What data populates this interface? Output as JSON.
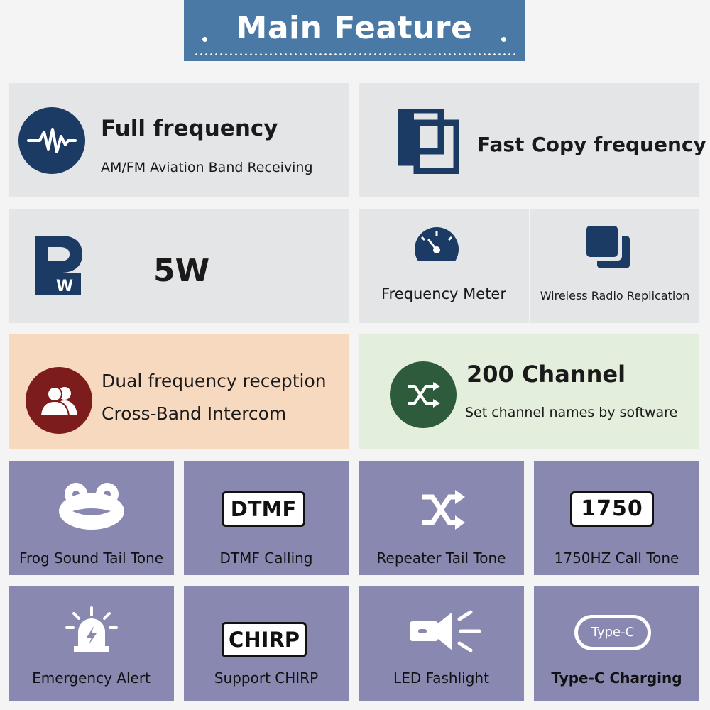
{
  "header": {
    "title": "Main Feature"
  },
  "features": {
    "full_frequency": {
      "title": "Full frequency",
      "subtitle": "AM/FM Aviation Band Receiving"
    },
    "fast_copy": {
      "title": "Fast Copy frequency"
    },
    "power": {
      "logo_letters": "PW",
      "value": "5W"
    },
    "frequency_meter": {
      "label": "Frequency Meter"
    },
    "wireless_replication": {
      "label": "Wireless Radio Replication"
    },
    "dual_frequency": {
      "title": "Dual frequency reception",
      "subtitle": "Cross-Band Intercom"
    },
    "channels": {
      "title": "200 Channel",
      "subtitle": "Set channel names by software"
    }
  },
  "tiles": {
    "frog": {
      "label": "Frog Sound Tail Tone"
    },
    "dtmf": {
      "badge": "DTMF",
      "label": "DTMF Calling"
    },
    "repeater": {
      "label": "Repeater Tail Tone"
    },
    "call_tone": {
      "badge": "1750",
      "label": "1750HZ Call Tone"
    },
    "emergency": {
      "label": "Emergency Alert"
    },
    "chirp": {
      "badge": "CHIRP",
      "label": "Support CHIRP"
    },
    "led": {
      "label": "LED Fashlight"
    },
    "typec": {
      "badge": "Type-C",
      "label": "Type-C Charging"
    }
  },
  "icons": {
    "waveform": "waveform-icon",
    "copy": "copy-icon",
    "power_logo": "power-logo-icon",
    "gauge": "gauge-icon",
    "duplicate": "duplicate-icon",
    "users": "users-icon",
    "shuffle": "shuffle-icon",
    "frog": "frog-icon",
    "siren": "siren-icon",
    "flashlight": "flashlight-icon"
  },
  "colors": {
    "header_bg": "#4a79a6",
    "navy": "#1b3a64",
    "dark_red": "#7d1c1c",
    "dark_green": "#2d5b3b",
    "tile_purple": "#8888b0",
    "panel_gray": "#e3e5e7",
    "panel_orange": "#f7d9bf",
    "panel_green": "#e3eedc"
  }
}
